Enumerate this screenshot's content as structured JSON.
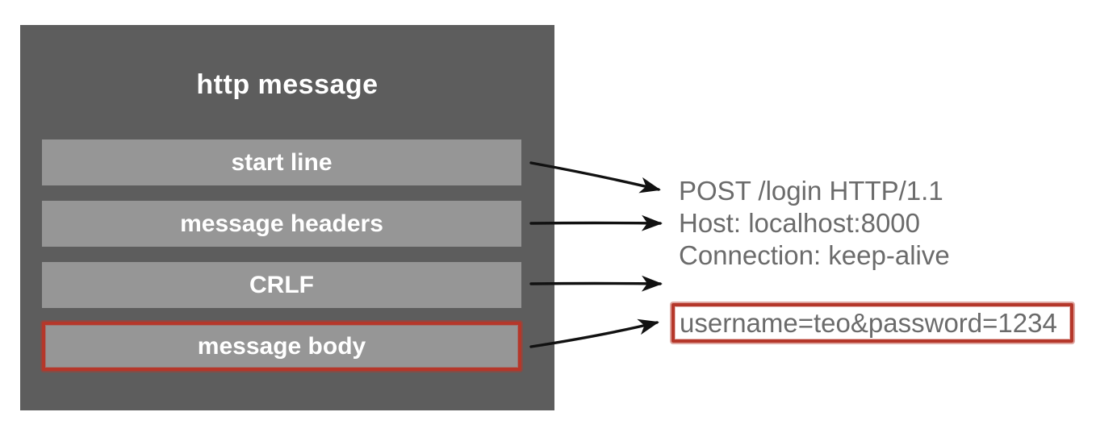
{
  "diagram": {
    "title": "http message",
    "layers": [
      {
        "label": "start line",
        "highlighted": false
      },
      {
        "label": "message headers",
        "highlighted": false
      },
      {
        "label": "CRLF",
        "highlighted": false
      },
      {
        "label": "message body",
        "highlighted": true
      }
    ],
    "request": {
      "lines": [
        "POST /login HTTP/1.1",
        "Host: localhost:8000",
        "Connection: keep-alive"
      ]
    },
    "body_value": "username=teo&password=1234",
    "colors": {
      "panel_bg": "#5d5d5d",
      "layer_bg": "#969696",
      "highlight_red": "#b5372a",
      "label_text": "#ffffff",
      "code_text": "#6b6b6b",
      "arrow": "#111111"
    }
  }
}
